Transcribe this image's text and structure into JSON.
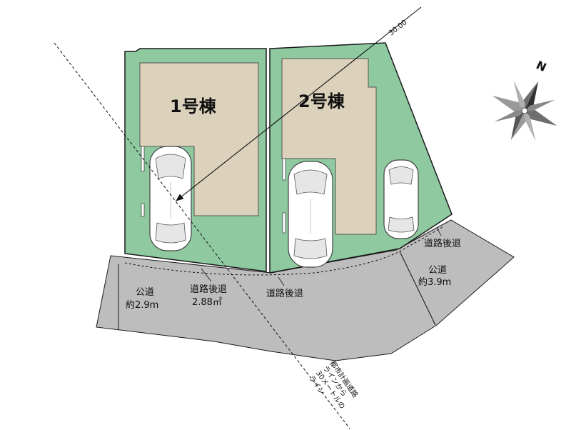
{
  "buildings": {
    "unit1": "1号棟",
    "unit2": "2号棟"
  },
  "labels": {
    "dimension": "30.00",
    "north": "N",
    "setback": "道路後退",
    "setback_area_line1": "道路後退",
    "setback_area_line2": "2.88㎡",
    "road_left_line1": "公道",
    "road_left_line2": "約2.9m",
    "road_right_line1": "公道",
    "road_right_line2": "約3.9m",
    "planning_line1": "都市計画道路",
    "planning_line2": "ラインから",
    "planning_line3": "30メートルの",
    "planning_line4": "ライン"
  },
  "colors": {
    "lot": "#8ec9a0",
    "building": "#dcd1bb",
    "road": "#bdbdbd",
    "outline": "#1a1a1a"
  }
}
